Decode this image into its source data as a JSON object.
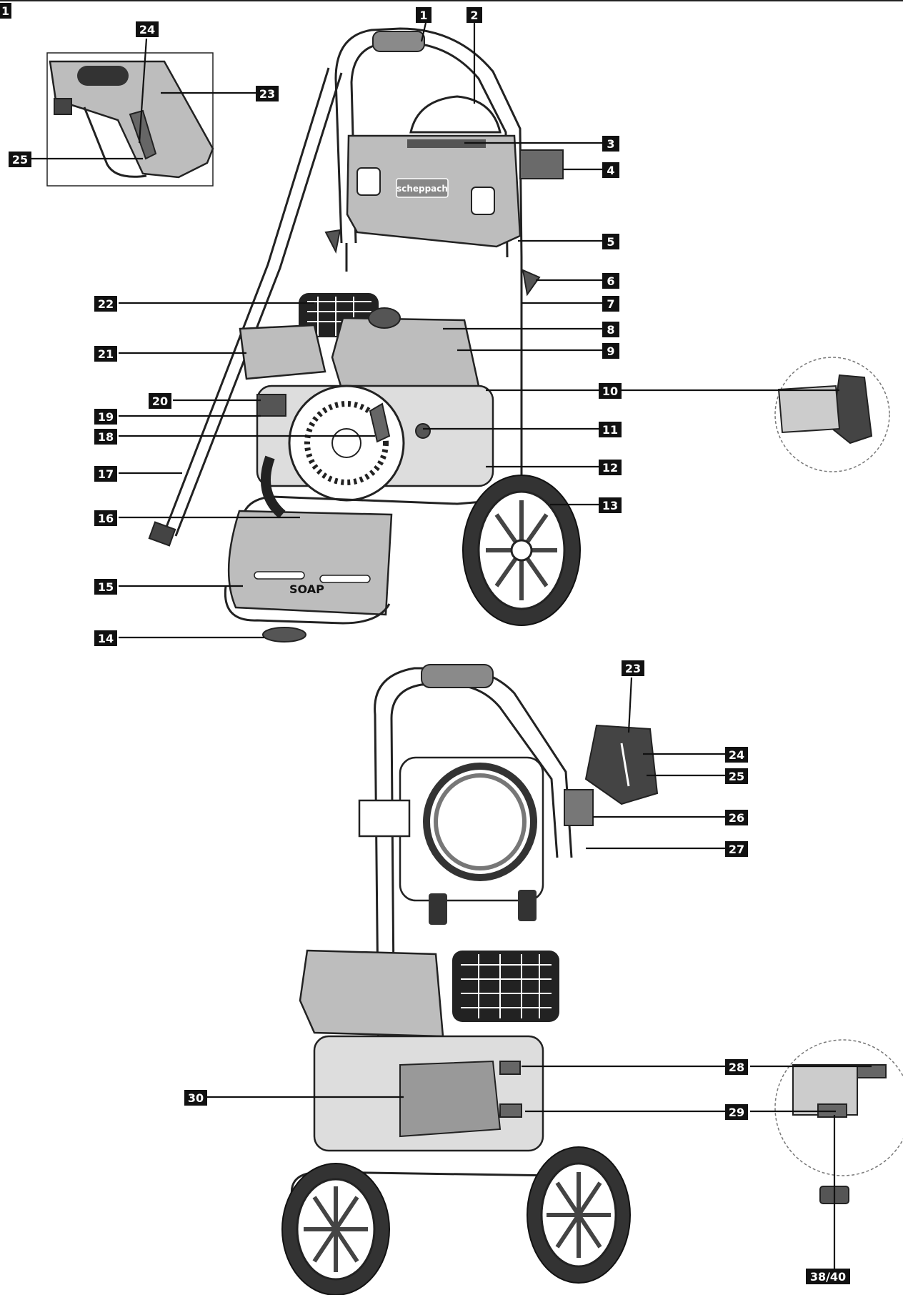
{
  "figure_number": "1",
  "logo_text": "scheppach",
  "soap_text": "SOAP",
  "callouts": {
    "c1": "1",
    "c2": "2",
    "c3": "3",
    "c4": "4",
    "c5": "5",
    "c6": "6",
    "c7": "7",
    "c8": "8",
    "c9": "9",
    "c10": "10",
    "c11": "11",
    "c12": "12",
    "c13": "13",
    "c14": "14",
    "c15": "15",
    "c16": "16",
    "c17": "17",
    "c18": "18",
    "c19": "19",
    "c20": "20",
    "c21": "21",
    "c22": "22",
    "c23": "23",
    "c24": "24",
    "c25": "25",
    "c23b": "23",
    "c24b": "24",
    "c25b": "25",
    "c26": "26",
    "c27": "27",
    "c28": "28",
    "c29": "29",
    "c30": "30",
    "c3840": "38/40"
  }
}
